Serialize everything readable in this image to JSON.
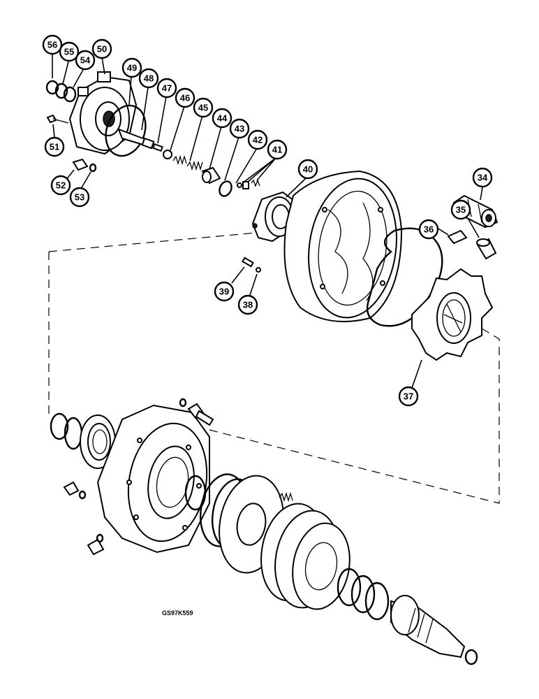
{
  "diagram": {
    "drawing_code": "GS97K559",
    "callouts": [
      {
        "id": "34",
        "label": "34"
      },
      {
        "id": "35",
        "label": "35"
      },
      {
        "id": "36",
        "label": "36"
      },
      {
        "id": "37",
        "label": "37"
      },
      {
        "id": "38",
        "label": "38"
      },
      {
        "id": "39",
        "label": "39"
      },
      {
        "id": "40",
        "label": "40"
      },
      {
        "id": "41",
        "label": "41"
      },
      {
        "id": "42",
        "label": "42"
      },
      {
        "id": "43",
        "label": "43"
      },
      {
        "id": "44",
        "label": "44"
      },
      {
        "id": "45",
        "label": "45"
      },
      {
        "id": "46",
        "label": "46"
      },
      {
        "id": "47",
        "label": "47"
      },
      {
        "id": "48",
        "label": "48"
      },
      {
        "id": "49",
        "label": "49"
      },
      {
        "id": "50",
        "label": "50"
      },
      {
        "id": "51",
        "label": "51"
      },
      {
        "id": "52",
        "label": "52"
      },
      {
        "id": "53",
        "label": "53"
      },
      {
        "id": "54",
        "label": "54"
      },
      {
        "id": "55",
        "label": "55"
      },
      {
        "id": "56",
        "label": "56"
      }
    ]
  }
}
